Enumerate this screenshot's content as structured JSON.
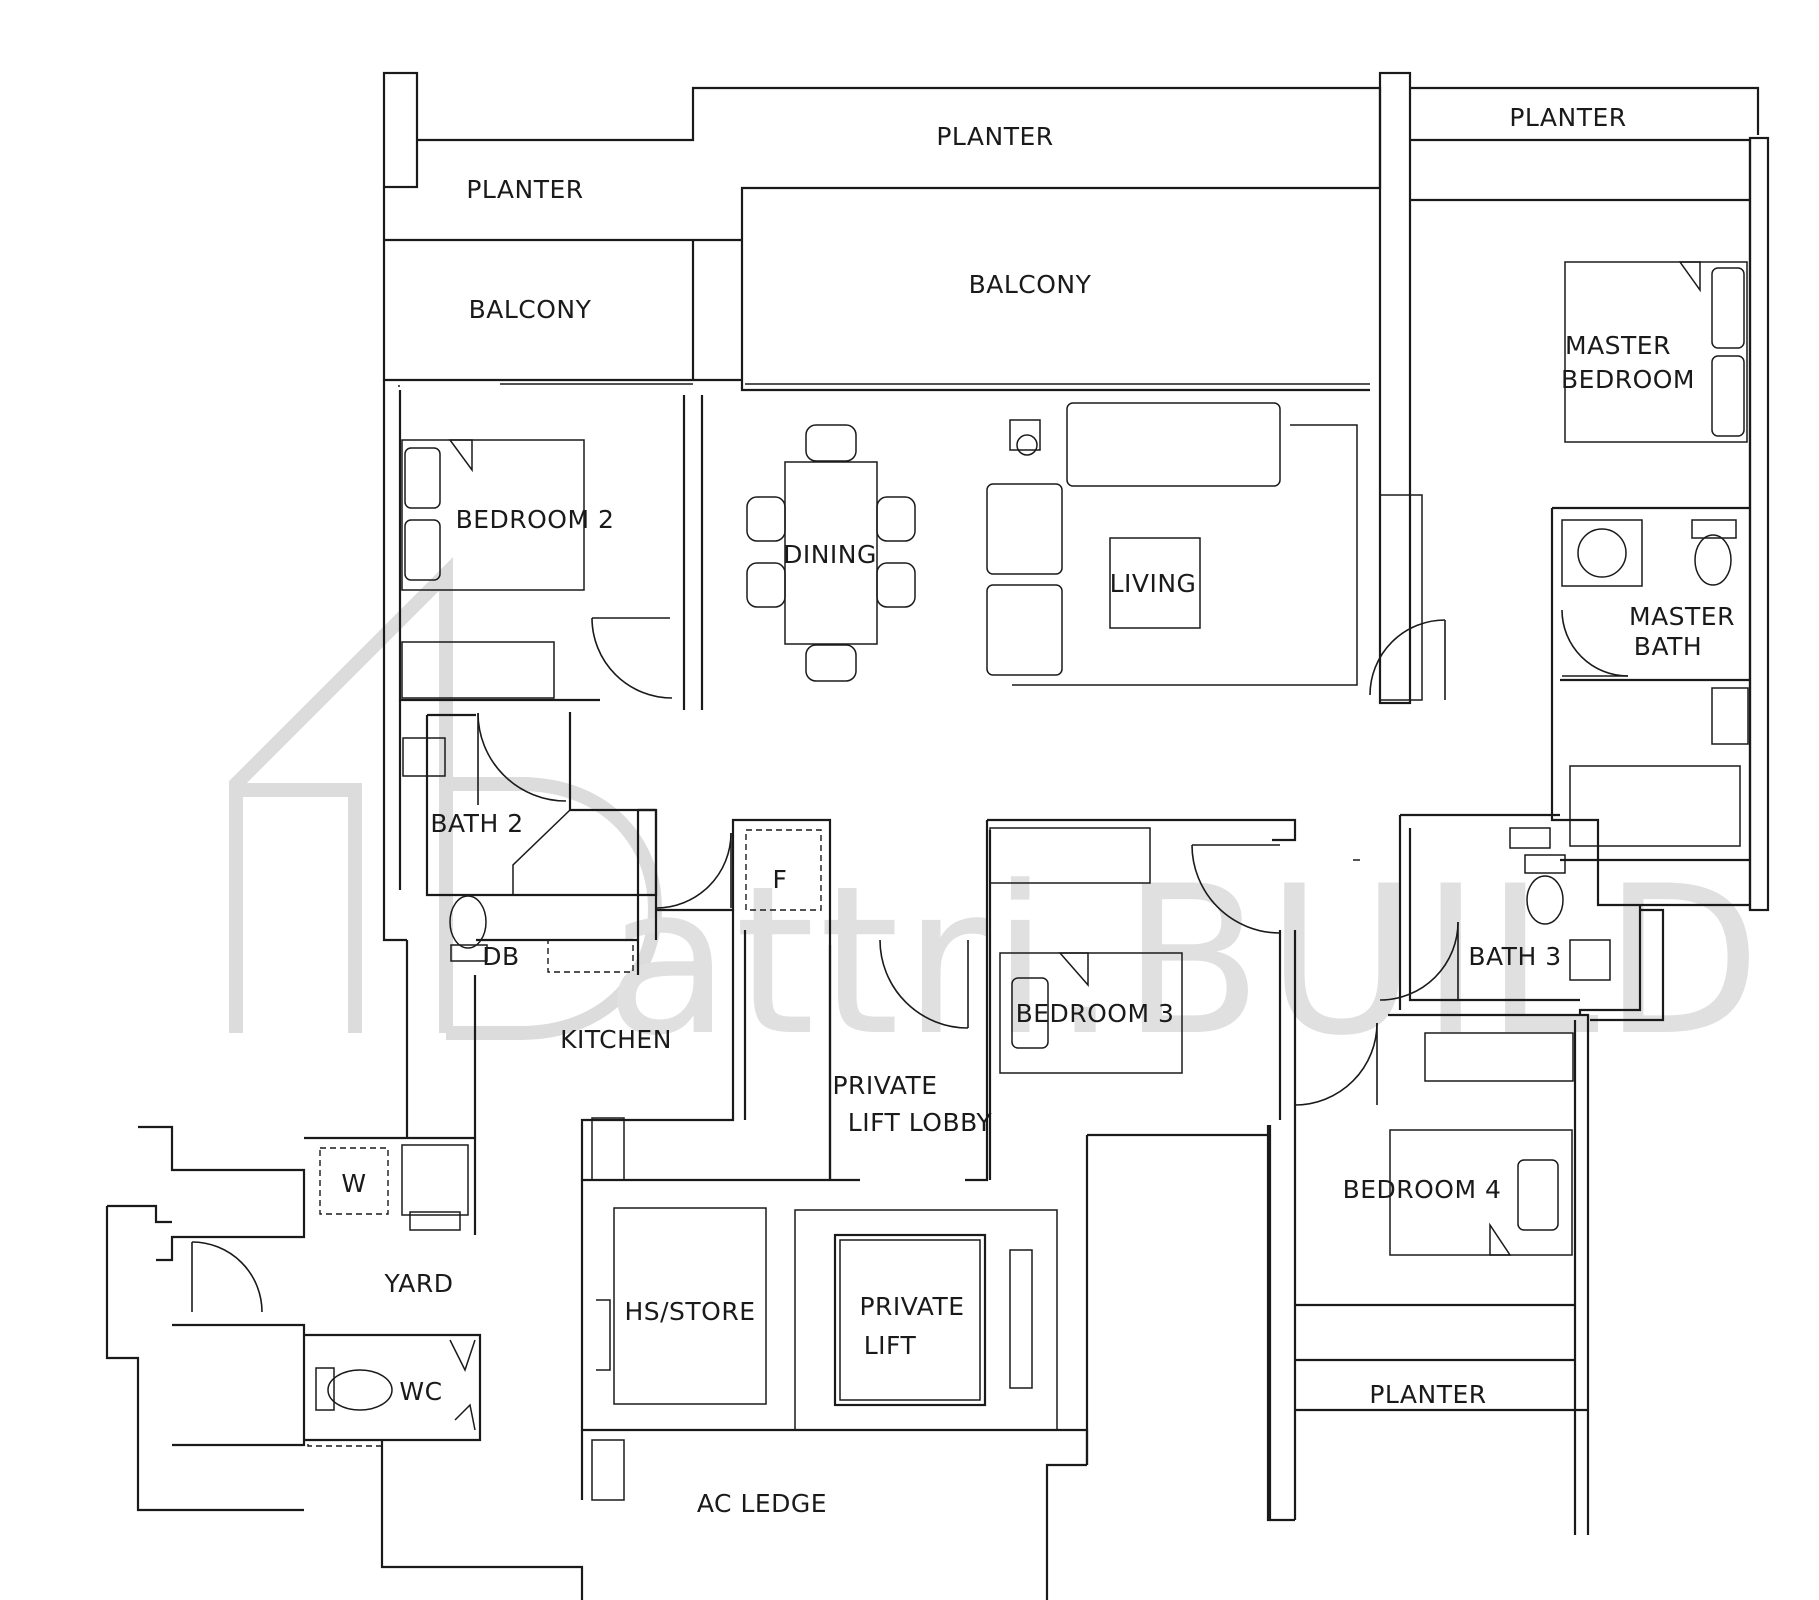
{
  "watermark": {
    "text": "attri.BUILD",
    "color": "#dcdcdc"
  },
  "rooms": {
    "planter_top_left": "PLANTER",
    "planter_top_center": "PLANTER",
    "planter_top_right": "PLANTER",
    "balcony_left": "BALCONY",
    "balcony_center": "BALCONY",
    "master_bedroom": [
      "MASTER",
      "BEDROOM"
    ],
    "bedroom_2": "BEDROOM 2",
    "dining": "DINING",
    "living": "LIVING",
    "master_bath": [
      "MASTER",
      "BATH"
    ],
    "bath_2": "BATH 2",
    "fridge": "F",
    "db": "DB",
    "bedroom_3": "BEDROOM 3",
    "bath_3": "BATH 3",
    "kitchen": "KITCHEN",
    "private_lift_lobby": [
      "PRIVATE",
      "LIFT LOBBY"
    ],
    "washer": "W",
    "bedroom_4": "BEDROOM 4",
    "yard": "YARD",
    "hs_store": "HS/STORE",
    "private_lift": [
      "PRIVATE",
      "LIFT"
    ],
    "wc": "WC",
    "planter_bottom": "PLANTER",
    "ac_ledge": "AC LEDGE"
  }
}
